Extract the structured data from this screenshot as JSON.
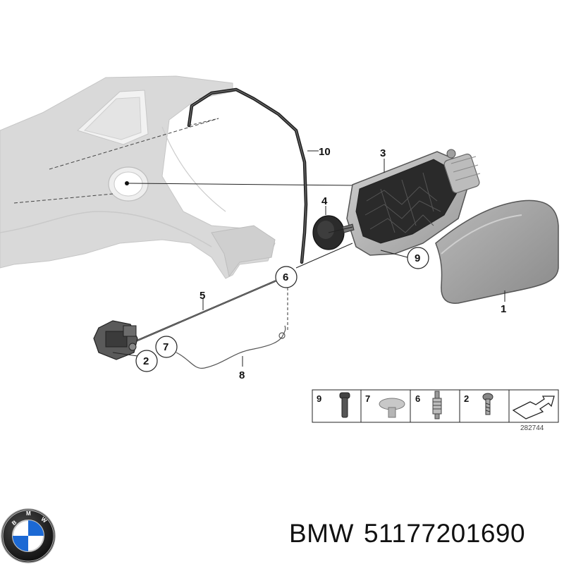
{
  "callouts": {
    "c1": "1",
    "c2": "2",
    "c3": "3",
    "c4": "4",
    "c5": "5",
    "c6": "6",
    "c7": "7",
    "c8": "8",
    "c9": "9",
    "c10": "10"
  },
  "legend": {
    "items": [
      {
        "number": "9",
        "icon": "bolt-icon"
      },
      {
        "number": "7",
        "icon": "expanding-rivet-icon"
      },
      {
        "number": "6",
        "icon": "spreader-nut-icon"
      },
      {
        "number": "2",
        "icon": "screw-icon"
      }
    ],
    "direction_icon": "front-direction-arrow-icon",
    "reference_number": "282744"
  },
  "caption": {
    "brand": "BMW",
    "part_number": "51177201690"
  },
  "logo": {
    "text": "BMW",
    "icon": "bmw-roundel-icon",
    "colors": {
      "blue": "#1c69d4",
      "black": "#1a1a1a",
      "silver": "#c8c8c8"
    }
  }
}
